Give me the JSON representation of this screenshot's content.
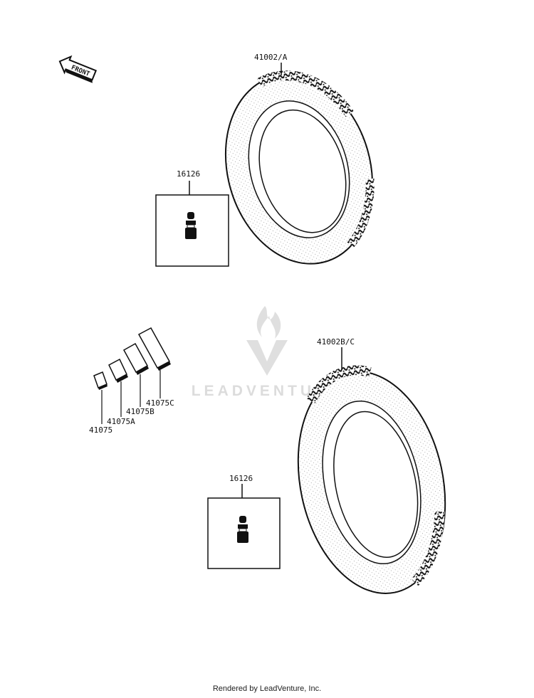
{
  "front_arrow": {
    "label": "FRONT"
  },
  "parts": {
    "tire_rear_label": "41002/A",
    "tire_front_label": "41002B/C",
    "valve_top_label": "16126",
    "valve_bottom_label": "16126",
    "weights": [
      "41075",
      "41075A",
      "41075B",
      "41075C"
    ]
  },
  "watermark": {
    "text": "LEADVENTURE"
  },
  "footer": {
    "text": "Rendered by LeadVenture, Inc."
  },
  "colors": {
    "ink": "#111111",
    "watermark": "#d9d9d9"
  }
}
